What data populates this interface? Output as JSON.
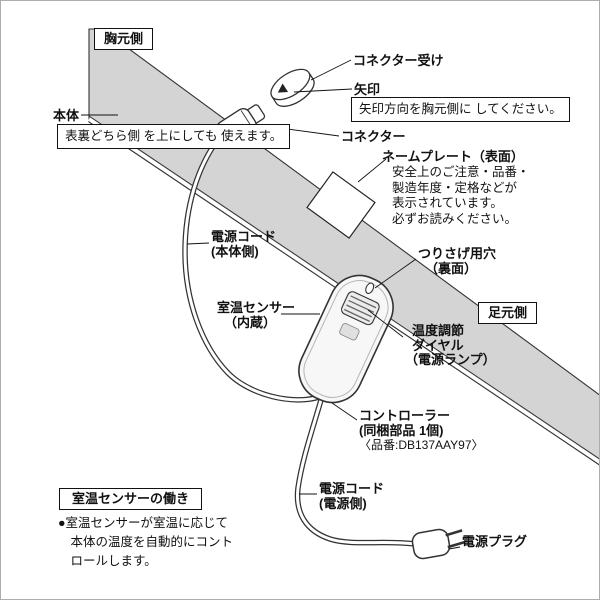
{
  "colors": {
    "pad": "#d4d4d4",
    "line": "#1a1a1a",
    "bg": "#ffffff"
  },
  "tags": {
    "chest_side": "胸元側",
    "foot_side": "足元側"
  },
  "parts": {
    "receptacle_label": "コネクター受け",
    "arrow_label": "矢印",
    "arrow_note": [
      "矢印方向を胸元側に",
      "してください。"
    ],
    "body_label": "本体",
    "body_note": [
      "表裏どちら側",
      "を上にしても",
      "使えます。"
    ],
    "connector_label": "コネクター",
    "nameplate_label": "ネームプレート（表面）",
    "nameplate_note": [
      "安全上のご注意・品番・",
      "製造年度・定格などが",
      "表示されています。",
      "必ずお読みください。"
    ],
    "cord_body": [
      "電源コード",
      "(本体側)"
    ],
    "hanging_hole": [
      "つりさげ用穴",
      "（裏面）"
    ],
    "room_sensor": [
      "室温センサー",
      "（内蔵）"
    ],
    "temp_dial": [
      "温度調節",
      "ダイヤル",
      "（電源ランプ）"
    ],
    "controller": [
      "コントローラー",
      "(同梱部品 1個)",
      "〈品番:DB137AAY97〉"
    ],
    "cord_supply": [
      "電源コード",
      "(電源側)"
    ],
    "plug_label": "電源プラグ"
  },
  "footer": {
    "sensor_title": "室温センサーの働き",
    "sensor_body": [
      "●室温センサーが室温に応じて",
      "　本体の温度を自動的にコント",
      "　ロールします。"
    ]
  }
}
